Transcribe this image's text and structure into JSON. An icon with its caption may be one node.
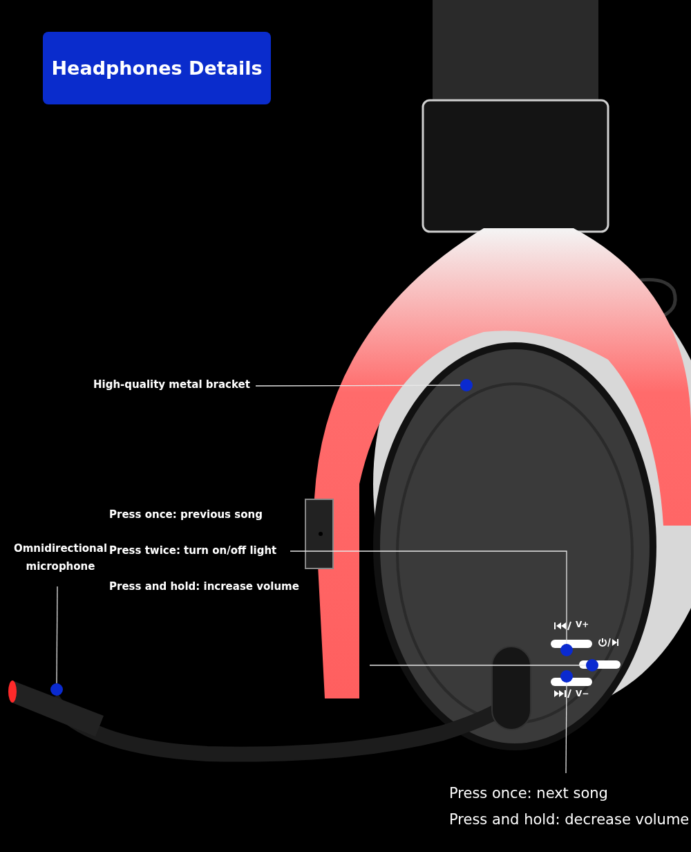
{
  "diagram": {
    "title": "Headphones Details",
    "nodes": [
      {
        "text": [
          "High-quality metal bracket"
        ]
      },
      {
        "text": [],
        "shape": "circle"
      },
      {
        "text": [
          "Press once: previous song",
          "Press twice: turn on/off light",
          "Press and hold: increase volume"
        ]
      },
      {
        "text": [
          "Omnidirectional microphone"
        ]
      },
      {
        "text": [],
        "shape": "circle"
      },
      {
        "text": [],
        "shape": "circle"
      },
      {
        "text": [],
        "shape": "circle"
      },
      {
        "text": [],
        "shape": "circle"
      },
      {
        "text": [
          "Press once: next song",
          "Press and hold: decrease volume"
        ]
      }
    ],
    "edges": [
      {
        "from": 0,
        "to": 1,
        "arrow": "none"
      },
      {
        "from": 2,
        "to": 5,
        "arrow": "none"
      },
      {
        "from": null,
        "to": 6,
        "arrow": "none"
      },
      {
        "from": 3,
        "to": 4,
        "arrow": "none"
      },
      {
        "from": 8,
        "to": 7,
        "arrow": "none"
      }
    ],
    "labels": [
      "V+",
      "V−"
    ]
  }
}
